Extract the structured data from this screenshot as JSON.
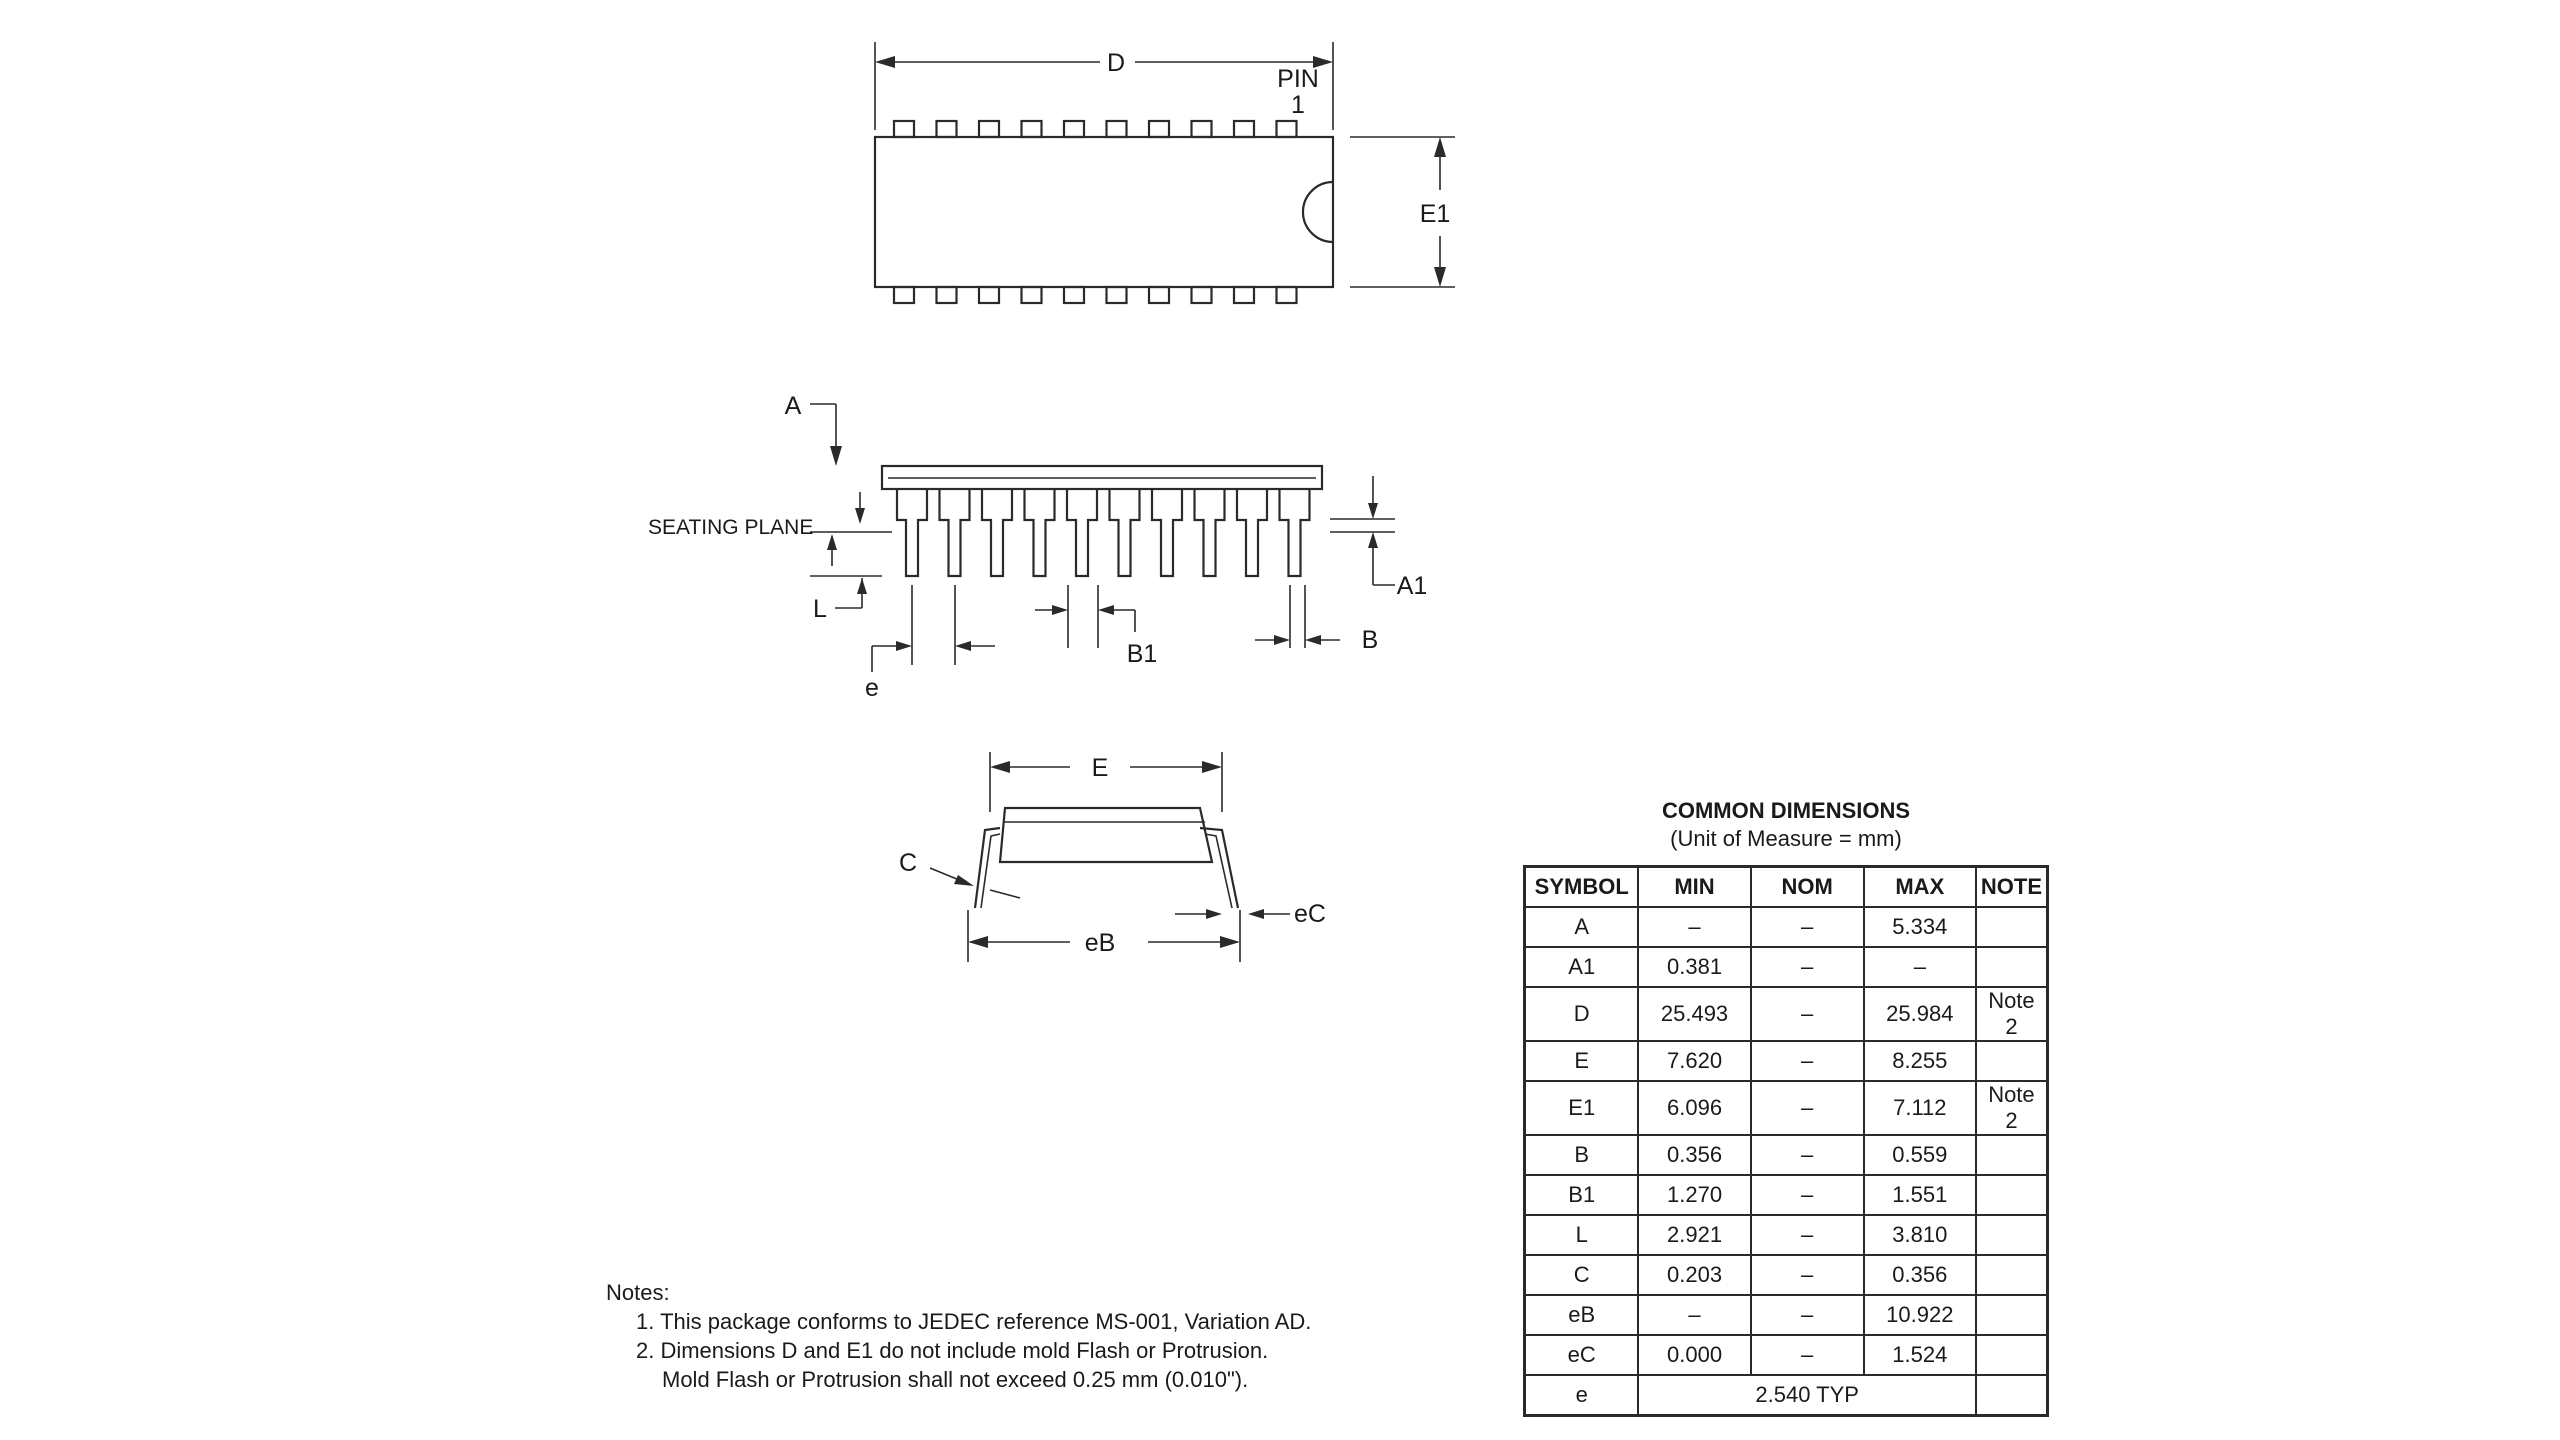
{
  "drawing": {
    "top_view": {
      "dim_d": "D",
      "pin_label_1": "PIN",
      "pin_label_2": "1",
      "dim_e1": "E1"
    },
    "side_view": {
      "dim_a": "A",
      "seating_plane": "SEATING PLANE",
      "dim_l": "L",
      "dim_a1": "A1",
      "dim_b1": "B1",
      "dim_b": "B",
      "dim_e": "e"
    },
    "end_view": {
      "dim_e_upper": "E",
      "dim_c": "C",
      "dim_eb": "eB",
      "dim_ec": "eC"
    }
  },
  "table": {
    "title": "COMMON DIMENSIONS",
    "subtitle": "(Unit of Measure = mm)",
    "headers": [
      "SYMBOL",
      "MIN",
      "NOM",
      "MAX",
      "NOTE"
    ],
    "rows": [
      [
        "A",
        "–",
        "–",
        "5.334",
        ""
      ],
      [
        "A1",
        "0.381",
        "–",
        "–",
        ""
      ],
      [
        "D",
        "25.493",
        "–",
        "25.984",
        "Note 2"
      ],
      [
        "E",
        "7.620",
        "–",
        "8.255",
        ""
      ],
      [
        "E1",
        "6.096",
        "–",
        "7.112",
        "Note 2"
      ],
      [
        "B",
        "0.356",
        "–",
        "0.559",
        ""
      ],
      [
        "B1",
        "1.270",
        "–",
        "1.551",
        ""
      ],
      [
        "L",
        "2.921",
        "–",
        "3.810",
        ""
      ],
      [
        "C",
        "0.203",
        "–",
        "0.356",
        ""
      ],
      [
        "eB",
        "–",
        "–",
        "10.922",
        ""
      ],
      [
        "eC",
        "0.000",
        "–",
        "1.524",
        ""
      ]
    ],
    "typ_row": {
      "symbol": "e",
      "value": "2.540 TYP"
    }
  },
  "notes": {
    "heading": "Notes:",
    "note1": "1. This package conforms to JEDEC reference MS-001, Variation AD.",
    "note2_line1": "2. Dimensions D and E1 do not include mold Flash or Protrusion.",
    "note2_line2": "Mold Flash or Protrusion shall not exceed 0.25 mm (0.010\")."
  }
}
